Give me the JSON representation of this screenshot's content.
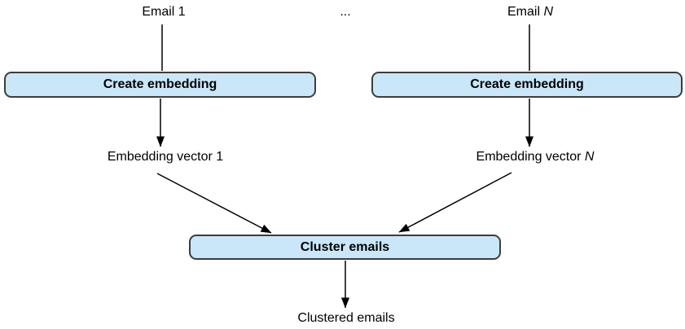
{
  "nodes": {
    "email_1": "Email 1",
    "ellipsis": "...",
    "email_n": {
      "prefix": "Email ",
      "suffix": "N"
    },
    "create_embedding_left": "Create embedding",
    "create_embedding_right": "Create embedding",
    "embedding_vector_1": "Embedding vector 1",
    "embedding_vector_n": {
      "prefix": "Embedding vector ",
      "suffix": "N"
    },
    "cluster_emails": "Cluster emails",
    "clustered_emails": "Clustered emails"
  },
  "colors": {
    "box_fill": "#c9e7f8",
    "box_border": "#3d3d3d",
    "line": "#000000",
    "text": "#000000",
    "background": "#ffffff"
  }
}
